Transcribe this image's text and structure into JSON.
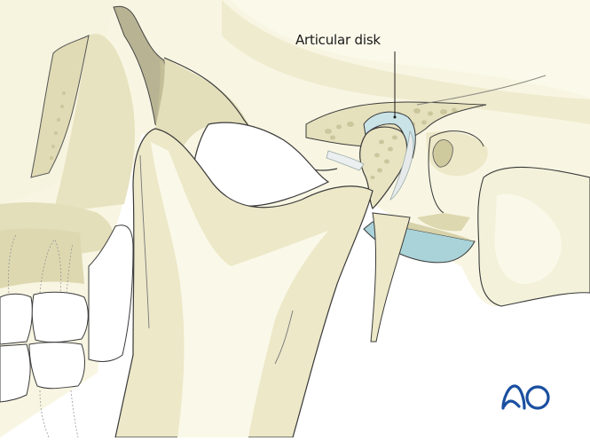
{
  "figure": {
    "subject": "Temporomandibular joint, lateral view of skull",
    "annotations": [
      {
        "label": "Articular disk",
        "pointer_target": "disk between condyle and fossa"
      }
    ],
    "logo": {
      "text": "AO",
      "color": "#1a4fa0"
    }
  },
  "colors": {
    "bone_light": "#faf8e6",
    "bone_mid": "#ece8c8",
    "bone_dark": "#ddd8b0",
    "bone_shadow": "#cfc99e",
    "cancellous_dots": "#c9c49a",
    "disk": "#c9e3e6",
    "disk_deep": "#a9d3d8",
    "ligament": "#e8ecec",
    "outline": "#3a3a3a",
    "background": "#ffffff"
  }
}
